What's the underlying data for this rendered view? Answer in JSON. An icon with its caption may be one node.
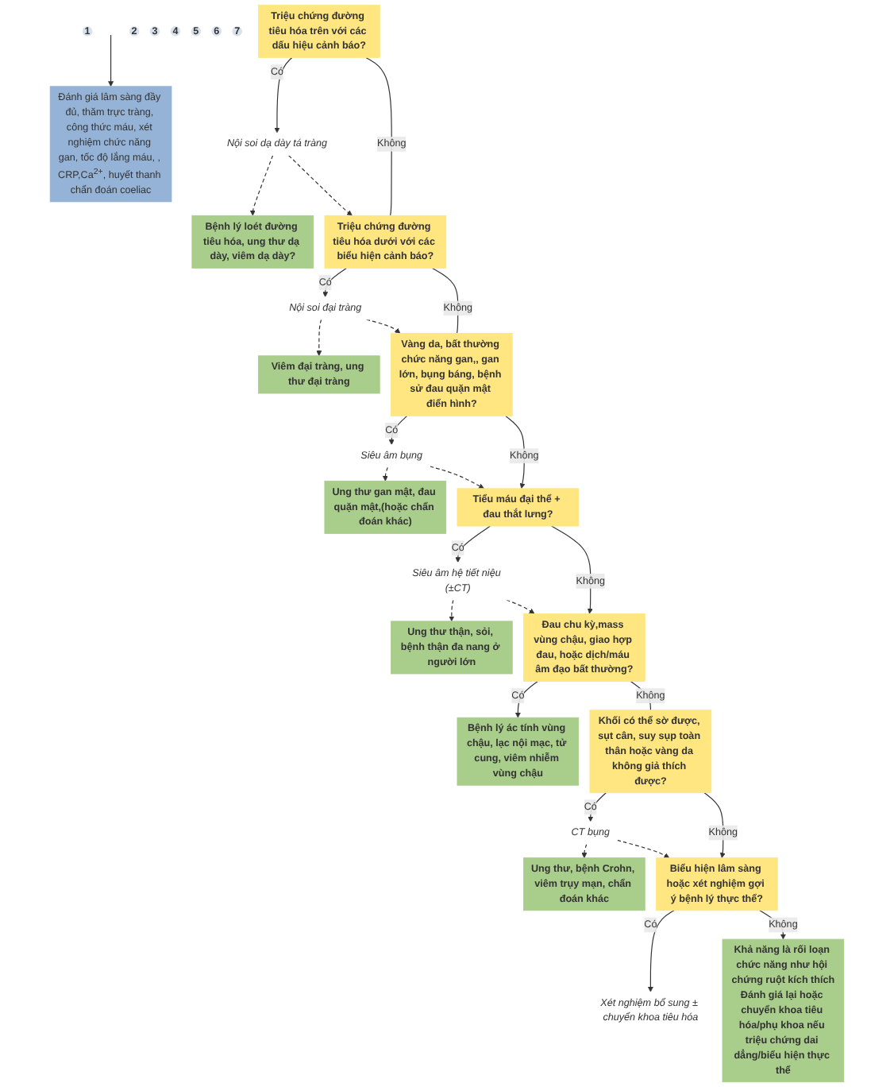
{
  "diagram": {
    "nodes": [
      {
        "text": [
          "Đánh giá lâm sàng đầy đủ, thăm trực tràng, công thức máu, xét nghiệm chức năng gan, tốc độ lắng máu, , CRP,Ca$^{2+}$, huyết thanh chẩn đoán coeliac"
        ]
      },
      {
        "text": [
          "1"
        ]
      },
      {
        "text": [
          "Triệu chứng đường tiêu hóa trên với các dấu hiệu cảnh báo?"
        ]
      },
      {
        "text": [
          "Nội soi dạ dày tá tràng"
        ]
      },
      {
        "text": [
          "Bệnh lý loét đường tiêu hóa, ung thư dạ dày, viêm dạ dày?"
        ]
      },
      {
        "text": [
          "2"
        ]
      },
      {
        "text": [
          "Triệu chứng đường tiêu hóa dưới với các biểu hiện cảnh báo?"
        ]
      },
      {
        "text": [
          "Nội soi đại tràng"
        ]
      },
      {
        "text": [
          "Viêm đại tràng, ung thư đại tràng"
        ]
      },
      {
        "text": [
          "3"
        ]
      },
      {
        "text": [
          "Vàng da, bất thường chức năng gan,, gan lớn, bụng báng, bệnh sử đau quặn mật điển hình?"
        ]
      },
      {
        "text": [
          "Siêu âm bụng"
        ]
      },
      {
        "text": [
          "Ung thư gan mật, đau quặn mật,(hoặc chẩn đoán khác)"
        ]
      },
      {
        "text": [
          "4"
        ]
      },
      {
        "text": [
          "Tiểu máu đại thể + đau thắt lưng?"
        ]
      },
      {
        "text": [
          "Siêu âm hệ tiết niệu (±CT)"
        ]
      },
      {
        "text": [
          "Ung thư thận, sỏi, bệnh thận đa nang ở người lớn"
        ]
      },
      {
        "text": [
          "5"
        ]
      },
      {
        "text": [
          "Đau chu kỳ,mass vùng chậu, giao hợp đau, hoặc dịch/máu âm đạo bất thường?"
        ]
      },
      {
        "text": [
          "Bệnh lý ác tính vùng chậu, lạc nội mạc, tử cung, viêm nhiễm vùng chậu"
        ]
      },
      {
        "text": [
          "6"
        ]
      },
      {
        "text": [
          "Khối có thể sờ được, sụt cân, suy sụp toàn thân hoặc vàng da không giả thích được?"
        ]
      },
      {
        "text": [
          "CT bụng"
        ]
      },
      {
        "text": [
          "Ung thư, bệnh Crohn, viêm trụy mạn, chẩn đoán khác"
        ]
      },
      {
        "text": [
          "7"
        ]
      },
      {
        "text": [
          "Biểu hiện lâm sàng hoặc xét nghiệm gợi ý bệnh lý thực thể?"
        ]
      },
      {
        "text": [
          "Xét nghiệm bổ sung ± chuyển khoa tiêu hóa"
        ]
      },
      {
        "text": [
          "Khả năng là rối loạn chức năng như hội chứng ruột kích thích",
          "Đánh giá lại hoặc chuyển khoa tiêu hóa/phụ khoa nếu triệu chứng dai dẳng/biểu hiện thực thể"
        ]
      }
    ],
    "edges": [
      {
        "from": null,
        "to": 0,
        "arrow": "to"
      },
      {
        "from": 2,
        "to": 3,
        "arrow": "to",
        "label": "Có"
      },
      {
        "from": 3,
        "to": 4,
        "arrow": "to",
        "style": "dashed"
      },
      {
        "from": 2,
        "to": 6,
        "arrow": "none",
        "label": "Không"
      },
      {
        "from": 3,
        "to": 6,
        "arrow": "to",
        "style": "dashed"
      },
      {
        "from": 6,
        "to": 7,
        "arrow": "to",
        "label": "Có"
      },
      {
        "from": 7,
        "to": 8,
        "arrow": "to",
        "style": "dashed"
      },
      {
        "from": 6,
        "to": 10,
        "arrow": "none",
        "label": "Không"
      },
      {
        "from": 7,
        "to": 10,
        "arrow": "to",
        "style": "dashed"
      },
      {
        "from": 10,
        "to": 11,
        "arrow": "to",
        "label": "Có"
      },
      {
        "from": 11,
        "to": 12,
        "arrow": "to",
        "style": "dashed"
      },
      {
        "from": 10,
        "to": 14,
        "arrow": "to",
        "label": "Không"
      },
      {
        "from": 11,
        "to": 14,
        "arrow": "to",
        "style": "dashed"
      },
      {
        "from": 14,
        "to": 15,
        "arrow": "to",
        "label": "Có"
      },
      {
        "from": 15,
        "to": 16,
        "arrow": "to",
        "style": "dashed"
      },
      {
        "from": 14,
        "to": 18,
        "arrow": "to",
        "label": "Không"
      },
      {
        "from": 15,
        "to": 18,
        "arrow": "to",
        "style": "dashed"
      },
      {
        "from": 18,
        "to": 19,
        "arrow": "to",
        "label": "Có"
      },
      {
        "from": 18,
        "to": 21,
        "arrow": "none",
        "label": "Không"
      },
      {
        "from": 21,
        "to": 22,
        "arrow": "to",
        "label": "Có"
      },
      {
        "from": 22,
        "to": 23,
        "arrow": "to",
        "style": "dashed"
      },
      {
        "from": 21,
        "to": 25,
        "arrow": "to",
        "label": "Không"
      },
      {
        "from": 22,
        "to": 25,
        "arrow": "to",
        "style": "dashed"
      },
      {
        "from": 25,
        "to": 26,
        "arrow": "to",
        "label": "Có"
      },
      {
        "from": 25,
        "to": 27,
        "arrow": "to",
        "label": "Không"
      }
    ]
  }
}
